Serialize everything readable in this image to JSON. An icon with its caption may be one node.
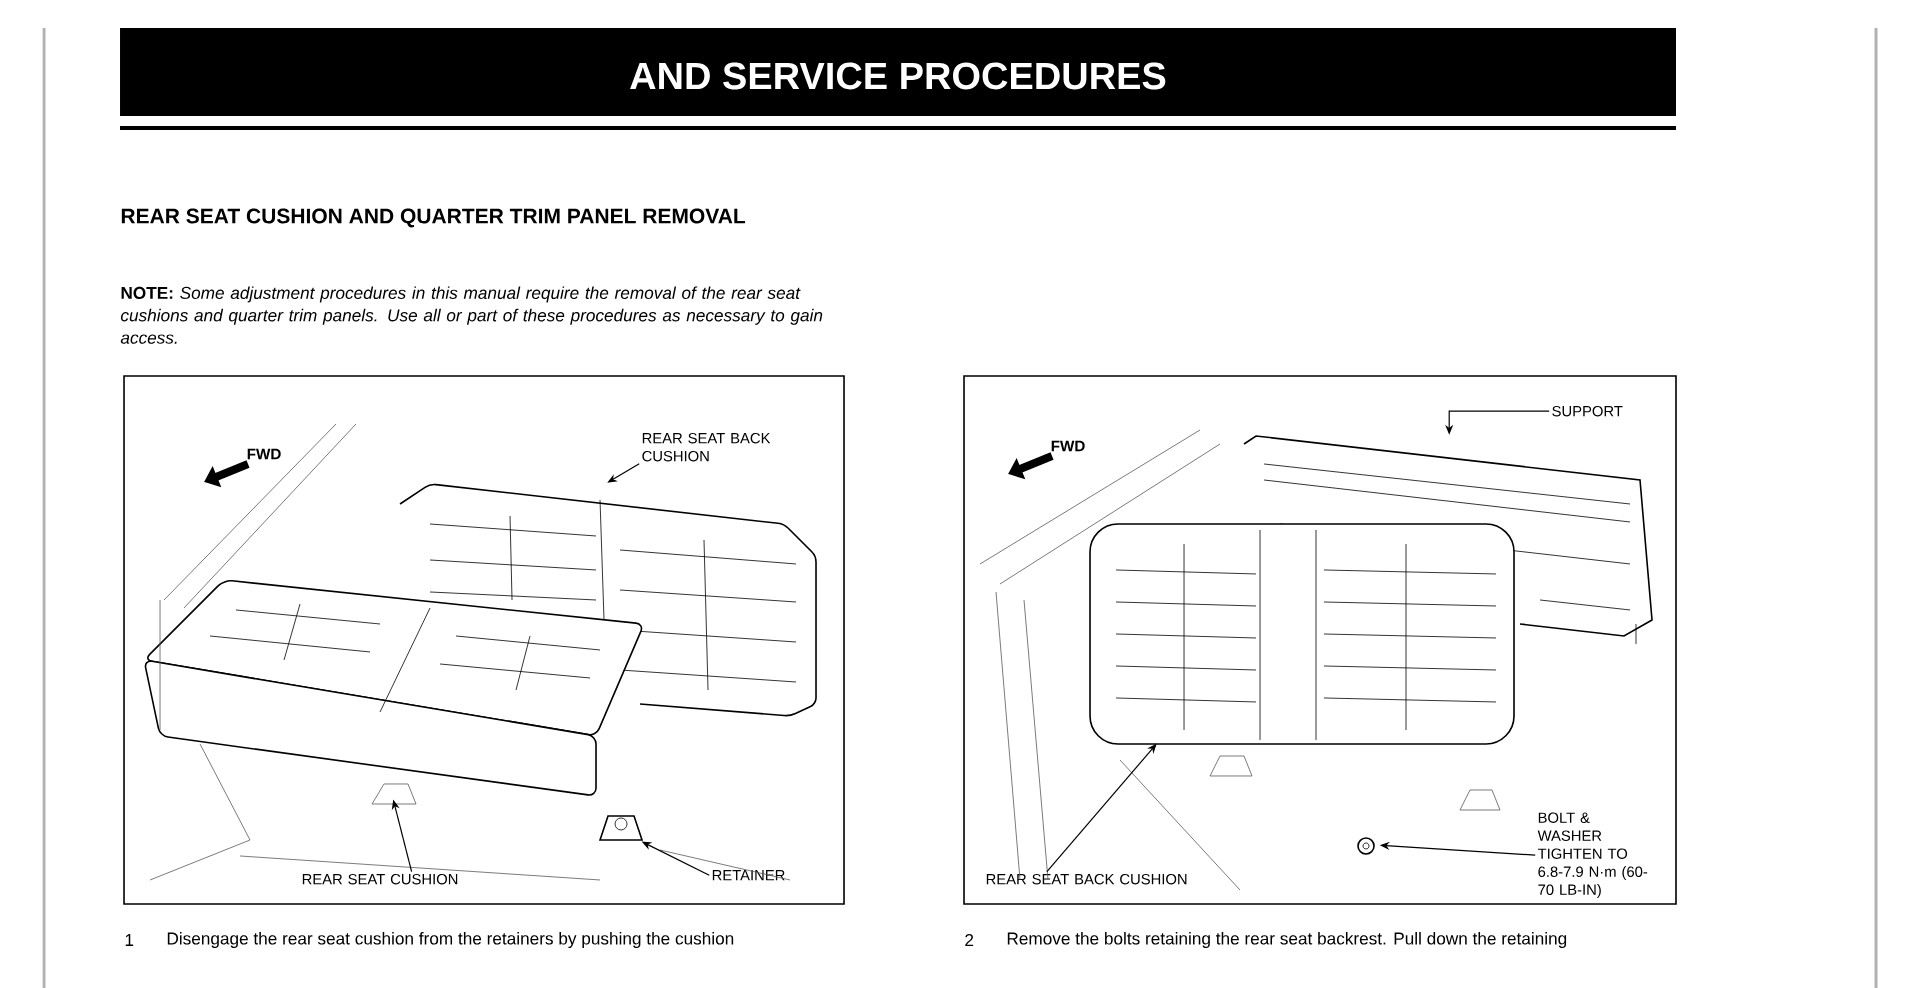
{
  "diagram": {
    "title": "AND SERVICE PROCEDURES",
    "nodes": [
      {
        "text": [],
        "shape": "box"
      },
      {
        "text": [
          "REAR SEAT BACK CUSHION"
        ],
        "in": 0
      },
      {
        "text": [],
        "shape": "picture",
        "in": 0
      },
      {
        "text": [
          "REAR SEAT CUSHION"
        ],
        "in": 0
      },
      {
        "text": [],
        "shape": "picture",
        "in": 0
      },
      {
        "text": [
          "RETAINER"
        ],
        "in": 0
      },
      {
        "text": [],
        "shape": "picture",
        "in": 0
      },
      {
        "text": [],
        "shape": "box"
      },
      {
        "text": [
          "SUPPORT"
        ],
        "in": 7
      },
      {
        "text": [],
        "shape": "picture",
        "in": 7
      },
      {
        "text": [
          "REAR SEAT BACK CUSHION"
        ],
        "in": 7
      },
      {
        "text": [],
        "shape": "picture",
        "in": 7
      },
      {
        "text": [
          "BOLT & WASHER TIGHTEN TO 6.8-7.9 N·m (60-70 LB-IN)"
        ],
        "in": 7
      },
      {
        "text": [],
        "shape": "picture",
        "in": 7
      }
    ],
    "edges": [
      {
        "from": 1,
        "to": 2,
        "arrow": "to"
      },
      {
        "from": 3,
        "to": 4,
        "arrow": "to"
      },
      {
        "from": 5,
        "to": 6,
        "arrow": "to"
      },
      {
        "from": 8,
        "to": 9,
        "arrow": "to"
      },
      {
        "from": 10,
        "to": 11,
        "arrow": "to"
      },
      {
        "from": 12,
        "to": 13,
        "arrow": "to"
      }
    ],
    "labels": [
      "REAR SEAT CUSHION AND QUARTER TRIM PANEL REMOVAL",
      "**NOTE:** *Some adjustment procedures in this manual require the removal of the rear seat cushions and quarter trim panels. Use all or part of these procedures as necessary to gain access.*",
      "FWD",
      "FWD",
      "1",
      "Disengage the rear seat cushion from the retainers by pushing the cushion",
      "2",
      "Remove the bolts retaining the rear seat backrest. Pull down the retaining"
    ]
  }
}
